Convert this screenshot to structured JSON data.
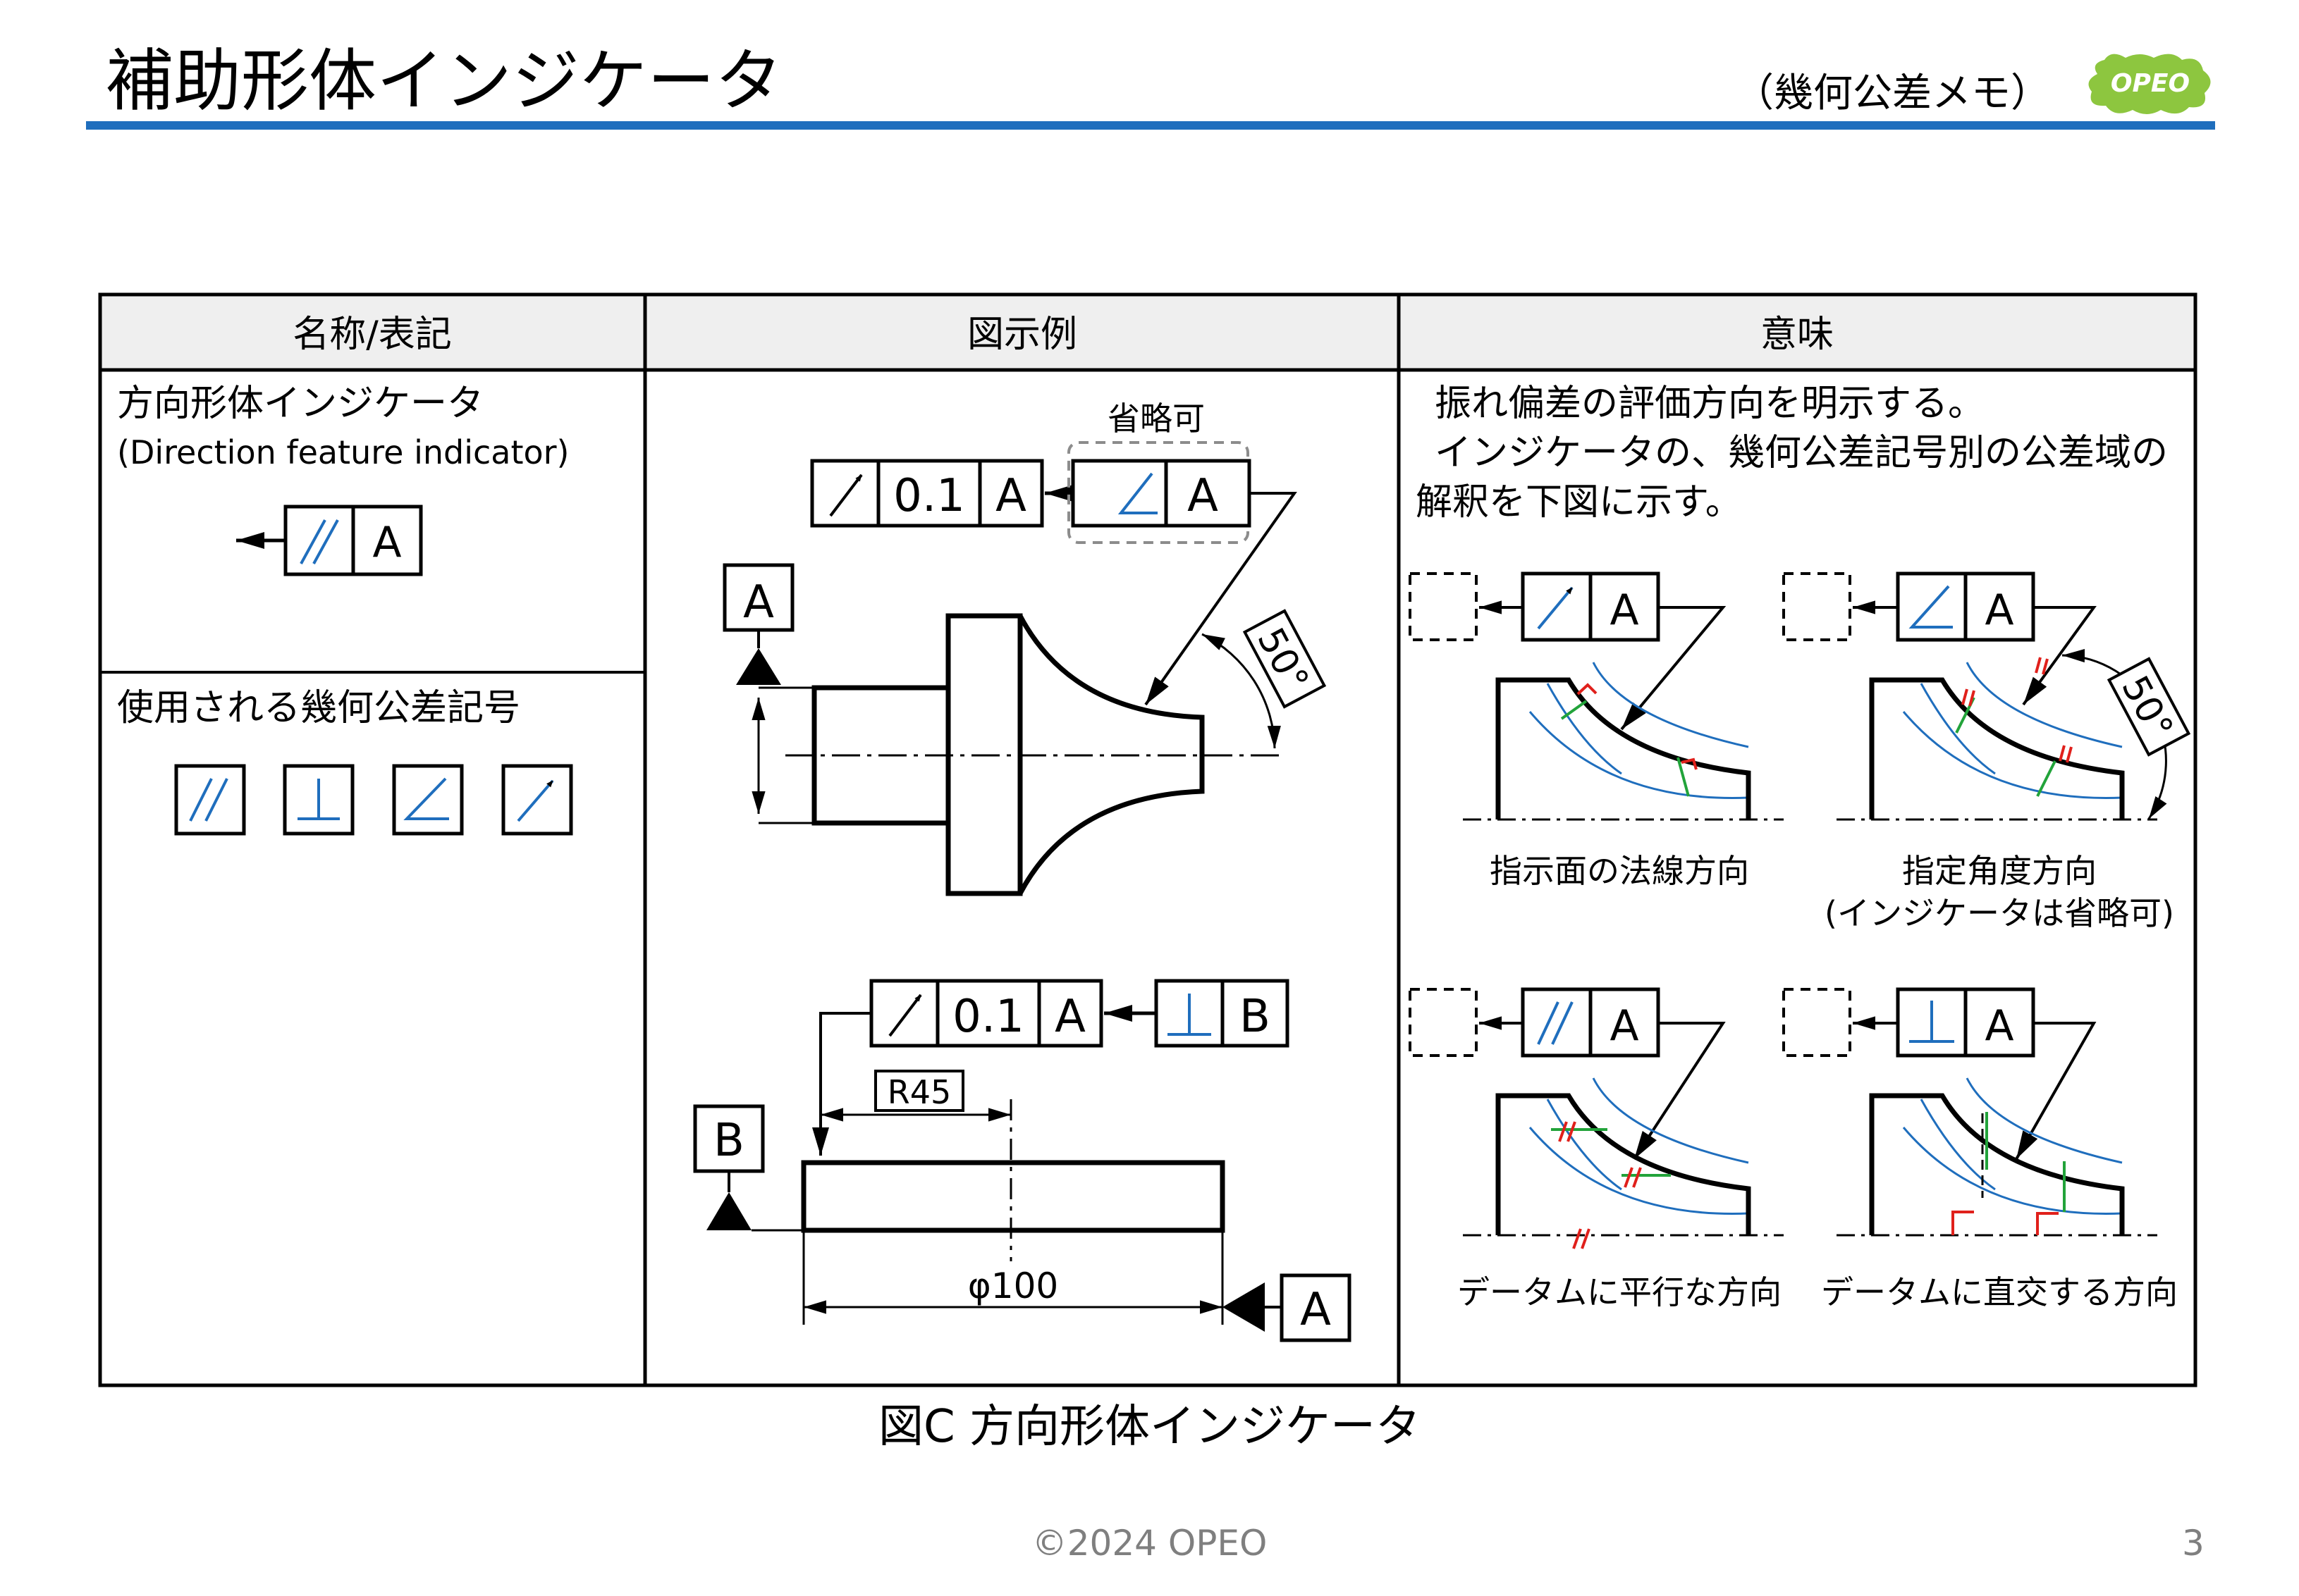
{
  "header": {
    "title": "補助形体インジケータ",
    "subtitle": "（幾何公差メモ）",
    "logo_text": "OPEO"
  },
  "table": {
    "headers": [
      "名称/表記",
      "図示例",
      "意味"
    ],
    "name": {
      "term": "方向形体インジケータ",
      "english": "(Direction feature indicator)",
      "symbols_heading": "使用される幾何公差記号"
    },
    "example": {
      "omittable": "省略可",
      "tolerance": "0.1",
      "datum_a": "A",
      "datum_b": "B",
      "angle": "50°",
      "radius": "R45",
      "diameter": "φ100"
    },
    "meaning": {
      "line1": "振れ偏差の評価方向を明示する。",
      "line2": "インジケータの、幾何公差記号別の公差域の",
      "line3": "解釈を下図に示す。",
      "captions": {
        "normal": "指示面の法線方向",
        "angle_1": "指定角度方向",
        "angle_2": "(インジケータは省略可)",
        "parallel": "データムに平行な方向",
        "perpendicular": "データムに直交する方向"
      }
    }
  },
  "colors": {
    "accent": "#1f6ebd",
    "rule": "#1f6ebd",
    "green": "#22a33a",
    "red": "#e0201b",
    "logo": "#8dc63f"
  },
  "symbols": [
    "parallelism-icon",
    "perpendicularity-icon",
    "angularity-icon",
    "runout-icon"
  ],
  "caption": "図C 方向形体インジケータ",
  "footer": {
    "copyright": "©2024 OPEO",
    "page": "3"
  }
}
